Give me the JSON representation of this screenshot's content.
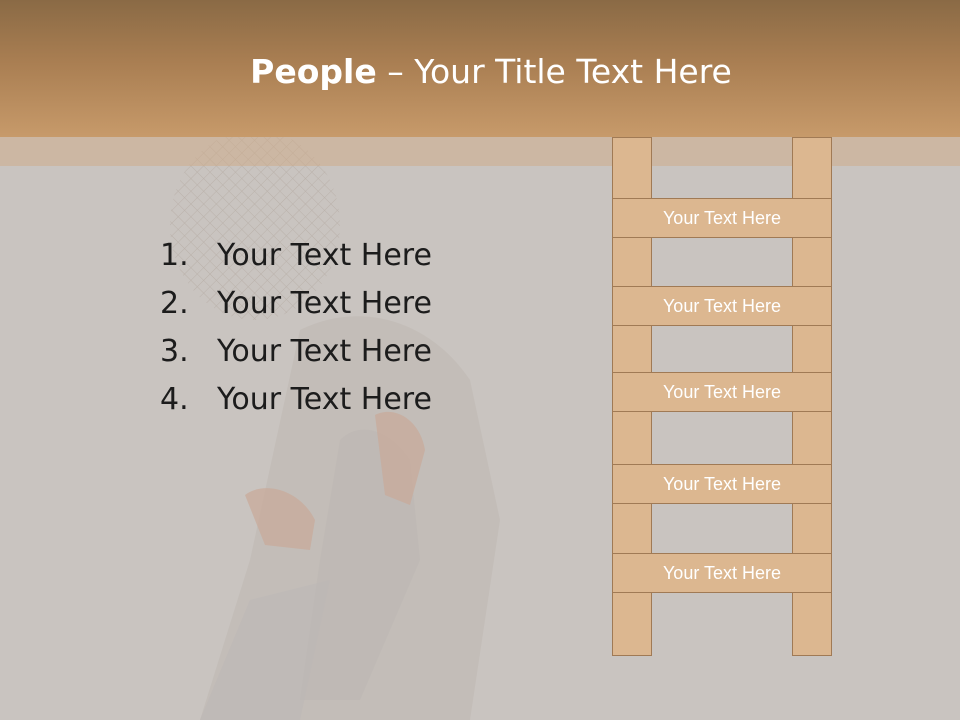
{
  "slide": {
    "title_bold": "People",
    "title_rest": " – Your Title Text Here"
  },
  "list": [
    {
      "num": "1.",
      "text": "Your Text Here"
    },
    {
      "num": "2.",
      "text": "Your Text Here"
    },
    {
      "num": "3.",
      "text": "Your Text Here"
    },
    {
      "num": "4.",
      "text": "Your Text Here"
    }
  ],
  "ladder": {
    "rungs": [
      "Your Text Here",
      "Your Text Here",
      "Your Text Here",
      "Your Text Here",
      "Your Text Here"
    ]
  },
  "colors": {
    "title_bar": "#c79a6a",
    "ladder_fill": "#dcb790",
    "ladder_stroke": "#a07a55",
    "background": "#c9c4c0"
  }
}
